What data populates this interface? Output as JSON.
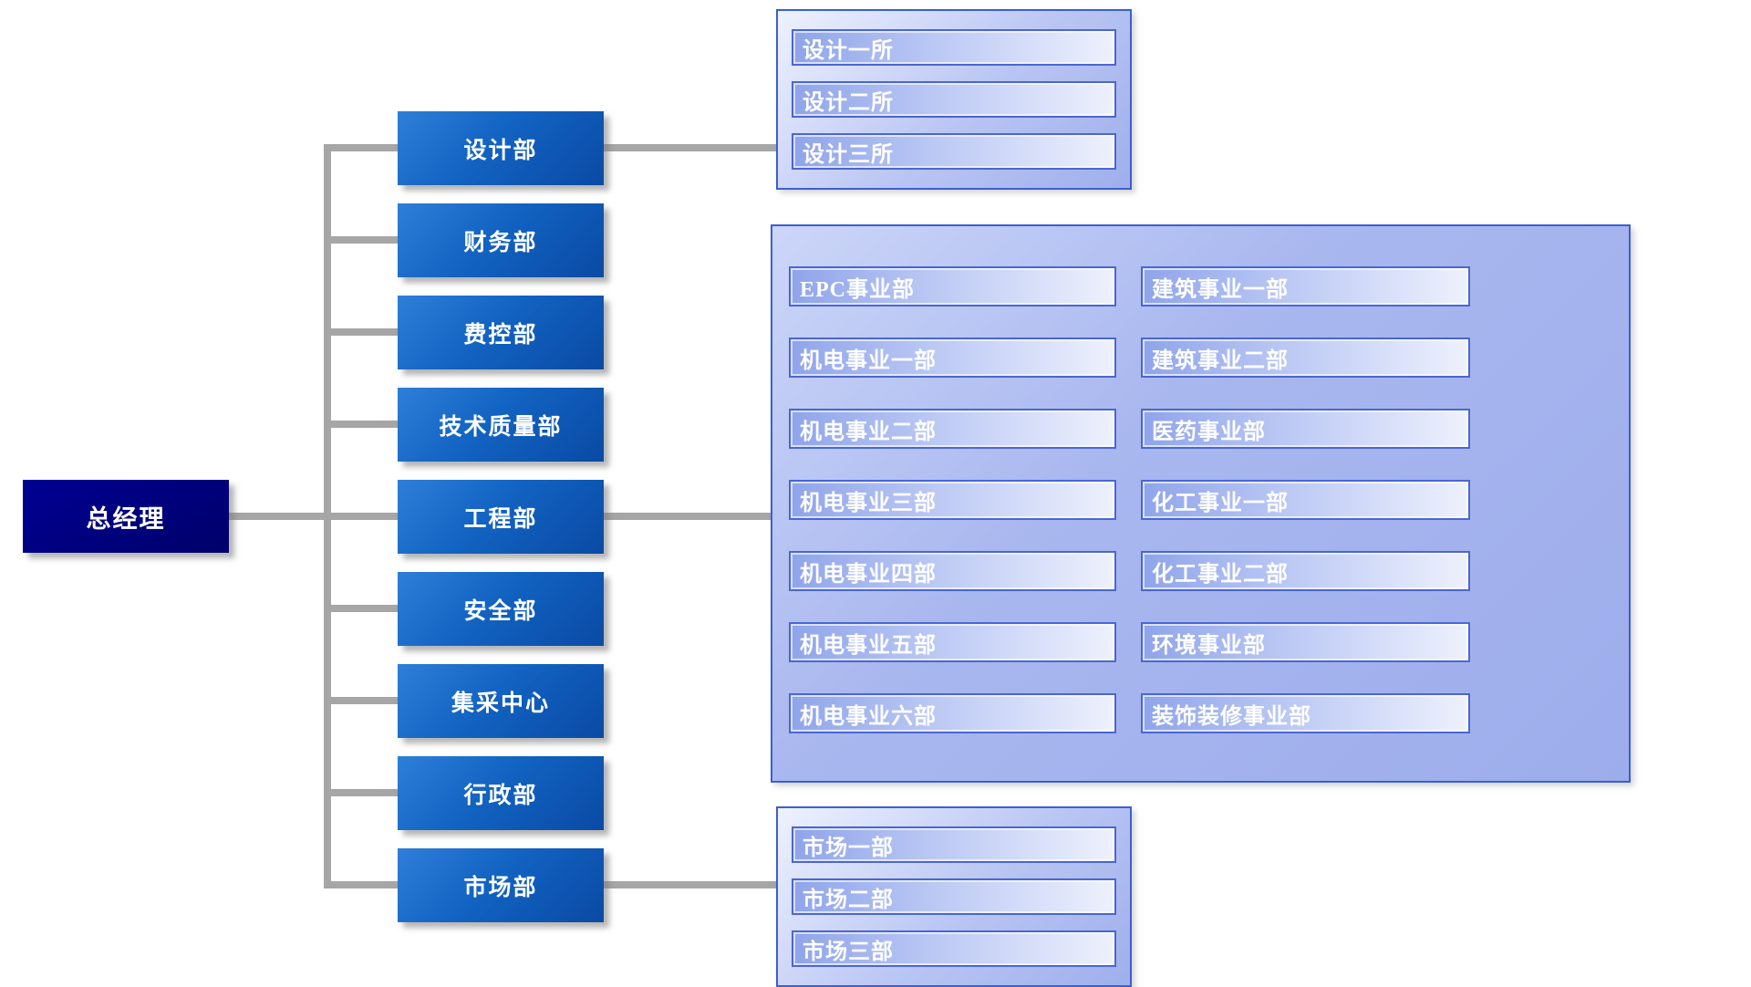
{
  "chart": {
    "root": {
      "label": "总经理"
    },
    "departments": [
      {
        "label": "设计部"
      },
      {
        "label": "财务部"
      },
      {
        "label": "费控部"
      },
      {
        "label": "技术质量部"
      },
      {
        "label": "工程部"
      },
      {
        "label": "安全部"
      },
      {
        "label": "集采中心"
      },
      {
        "label": "行政部"
      },
      {
        "label": "市场部"
      }
    ],
    "design_group": {
      "parent": "设计部",
      "items": [
        "设计一所",
        "设计二所",
        "设计三所"
      ]
    },
    "engineering_group": {
      "parent": "工程部",
      "left_column": [
        "EPC事业部",
        "机电事业一部",
        "机电事业二部",
        "机电事业三部",
        "机电事业四部",
        "机电事业五部",
        "机电事业六部"
      ],
      "right_column": [
        "建筑事业一部",
        "建筑事业二部",
        "医药事业部",
        "化工事业一部",
        "化工事业二部",
        "环境事业部",
        "装饰装修事业部"
      ]
    },
    "market_group": {
      "parent": "市场部",
      "items": [
        "市场一部",
        "市场二部",
        "市场三部"
      ]
    },
    "colors": {
      "root_box": "#000080",
      "dept_box_start": "#2e7fd9",
      "dept_box_end": "#0a4aa4",
      "connector": "#a6a6a6",
      "group_border": "#3c5fd0",
      "panel_background": "#a9b7ef"
    }
  }
}
